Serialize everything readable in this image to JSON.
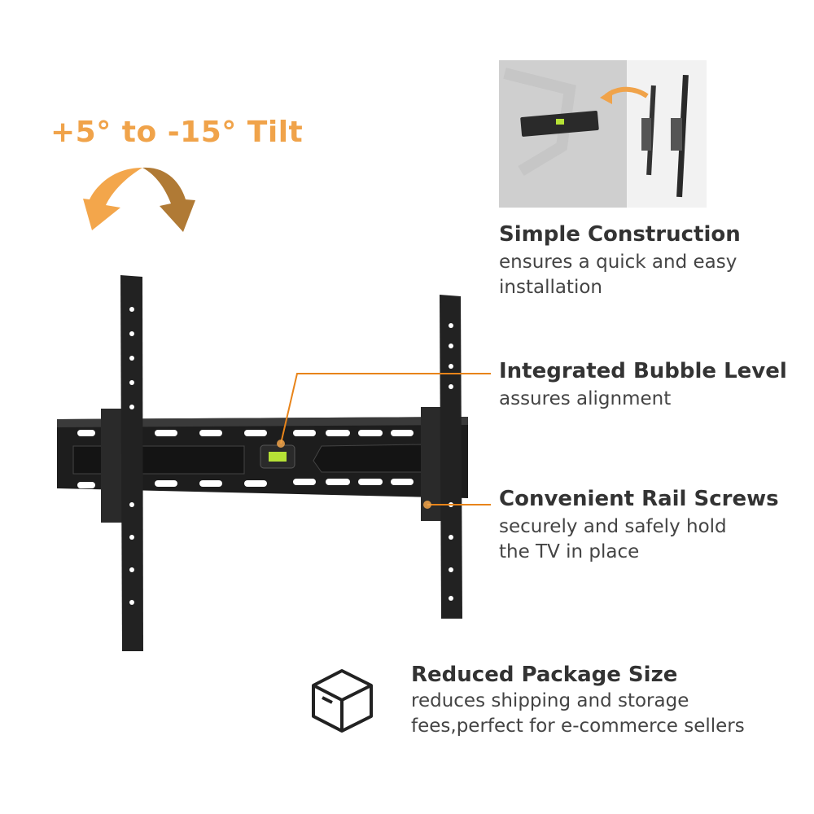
{
  "tilt": {
    "label": "+5° to -15° Tilt"
  },
  "features": [
    {
      "title": "Simple Construction",
      "lines": [
        "ensures a quick and easy",
        "installation"
      ]
    },
    {
      "title": "Integrated Bubble Level",
      "lines": [
        "assures alignment"
      ]
    },
    {
      "title": "Convenient Rail Screws",
      "lines": [
        "securely and safely hold",
        "the TV in place"
      ]
    },
    {
      "title": "Reduced Package Size",
      "lines": [
        "reduces shipping and storage",
        "fees,perfect for e-commerce sellers"
      ]
    }
  ],
  "colors": {
    "accent": "#f0a34a",
    "accent_dark": "#b07a35",
    "callout": "#e8841a",
    "text": "#333333"
  }
}
